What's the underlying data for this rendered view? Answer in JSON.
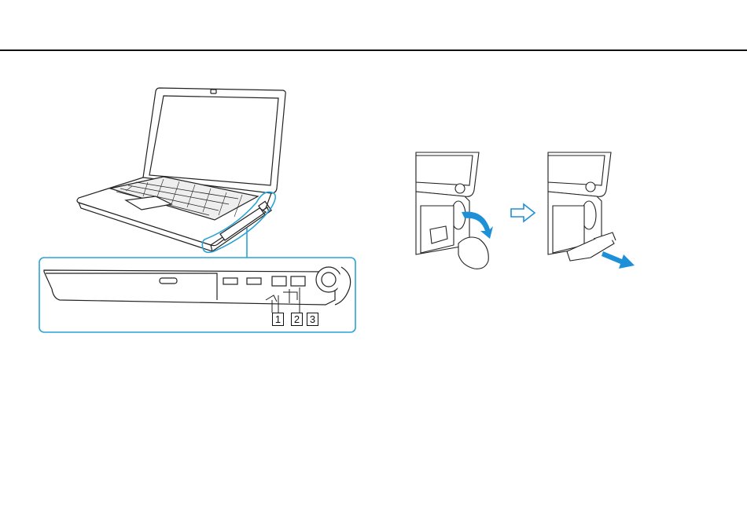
{
  "callouts": [
    "1",
    "2",
    "3"
  ],
  "colors": {
    "rule": "#111111",
    "callout_frame": "#29a3d6",
    "arrow": "#1e90d8",
    "line_art": "#222222"
  },
  "icons": {
    "step_arrow": "outline-right-arrow-icon",
    "rotate_arrow": "curved-arrow-icon",
    "pull_arrow": "straight-arrow-icon"
  }
}
